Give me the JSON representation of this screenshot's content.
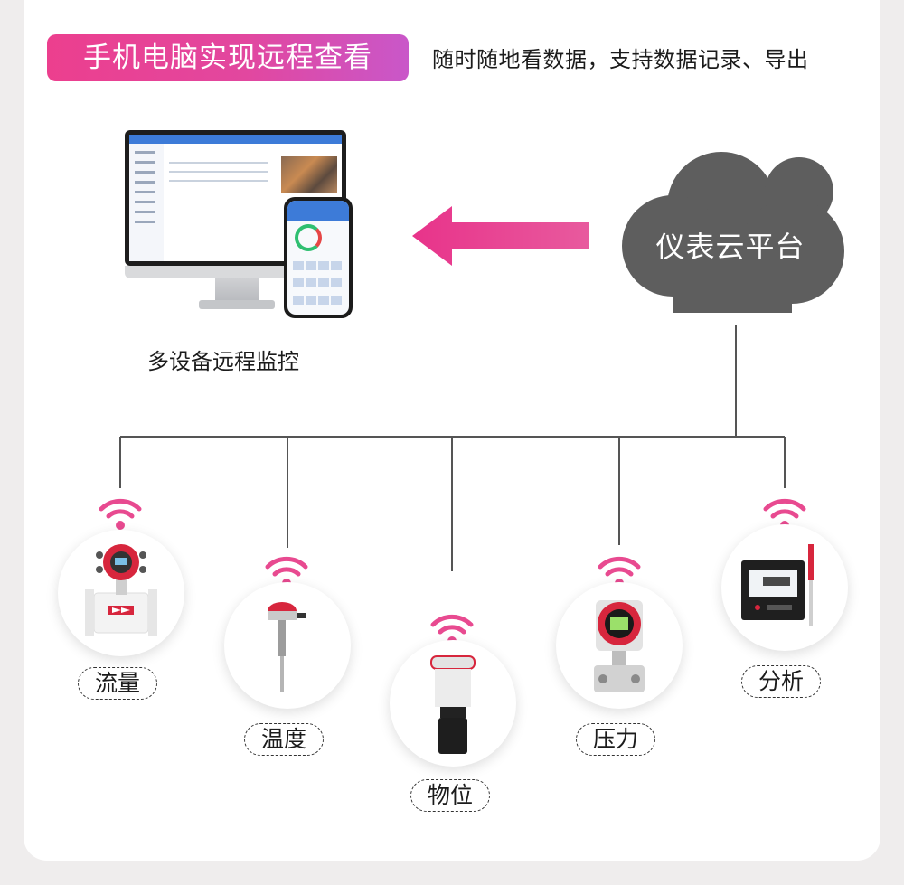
{
  "header": {
    "title": "手机电脑实现远程查看",
    "subtitle": "随时随地看数据，支持数据记录、导出"
  },
  "monitor_section": {
    "caption": "多设备远程监控"
  },
  "cloud": {
    "label": "仪表云平台"
  },
  "colors": {
    "accent_pink": "#e84a90",
    "cloud_gray": "#5d5d5d",
    "line_gray": "#555555"
  },
  "devices": [
    {
      "label": "流量",
      "icon": "flowmeter-icon"
    },
    {
      "label": "温度",
      "icon": "temperature-sensor-icon"
    },
    {
      "label": "物位",
      "icon": "level-sensor-icon"
    },
    {
      "label": "压力",
      "icon": "pressure-transmitter-icon"
    },
    {
      "label": "分析",
      "icon": "analyzer-icon"
    }
  ]
}
